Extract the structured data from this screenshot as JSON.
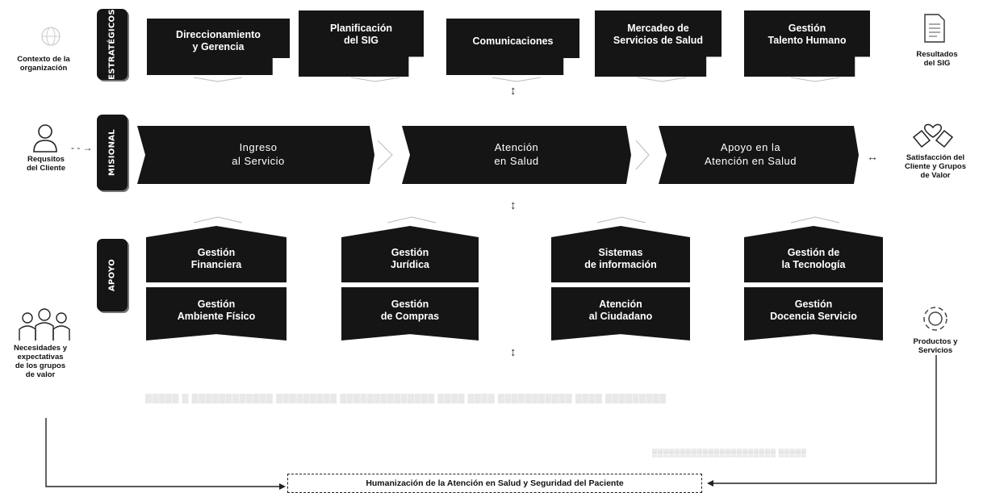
{
  "side_labels": {
    "strategic": "ESTRATÉGICOS",
    "missional": "MISIONAL",
    "support": "APOYO"
  },
  "strategic": [
    "Direccionamiento\ny Gerencia",
    "Planificación\ndel SIG",
    "Comunicaciones",
    "Mercadeo de\nServicios de Salud",
    "Gestión\nTalento Humano"
  ],
  "missional": [
    "Ingreso\nal Servicio",
    "Atención\nen Salud",
    "Apoyo en la\nAtención en Salud"
  ],
  "support_top": [
    "Gestión\nFinanciera",
    "Gestión\nJurídica",
    "Sistemas\nde información",
    "Gestión de\nla Tecnología"
  ],
  "support_bottom": [
    "Gestión\nAmbiente Físico",
    "Gestión\nde Compras",
    "Atención\nal Ciudadano",
    "Gestión\nDocencia Servicio"
  ],
  "left_labels": {
    "context": "Contexto de la\norganización",
    "client_req": "Requsitos\ndel Cliente",
    "needs": "Necesidades y\nexpectativas\nde los grupos\nde valor"
  },
  "right_labels": {
    "results": "Resultados\ndel SIG",
    "satisfaction": "Satisfacción del\nCliente y Grupos\nde Valor",
    "products": "Productos y\nServicios"
  },
  "footer": "Humanización de  la Atención en Salud y Seguridad del Paciente",
  "icons": [
    "document-icon",
    "person-icon",
    "group-icon",
    "handshake-heart-icon",
    "gear-icon",
    "globe-icon"
  ]
}
